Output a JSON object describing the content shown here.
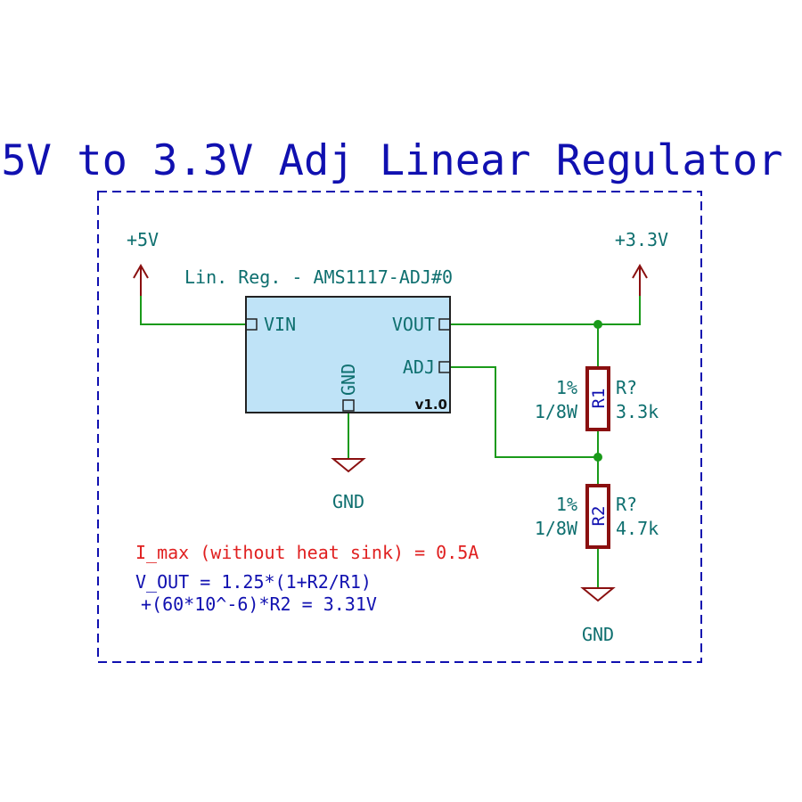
{
  "title": "5V to 3.3V Adj Linear Regulator",
  "power": {
    "vin": "+5V",
    "vout": "+3.3V",
    "gnd_regulator": "GND",
    "gnd_divider": "GND"
  },
  "regulator": {
    "label": "Lin. Reg. - AMS1117-ADJ#0",
    "pin_vin": "VIN",
    "pin_vout": "VOUT",
    "pin_adj": "ADJ",
    "pin_gnd": "GND",
    "version": "v1.0"
  },
  "resistors": [
    {
      "ref": "R1",
      "designator": "R?",
      "value": "3.3k",
      "tolerance": "1%",
      "power": "1/8W"
    },
    {
      "ref": "R2",
      "designator": "R?",
      "value": "4.7k",
      "tolerance": "1%",
      "power": "1/8W"
    }
  ],
  "notes": {
    "imax": "I_max (without heat sink) = 0.5A",
    "vout_line1": "V_OUT = 1.25*(1+R2/R1)",
    "vout_line2": "+(60*10^-6)*R2 = 3.31V"
  },
  "colors": {
    "title": "#1010b0",
    "wire": "#1a9a1a",
    "net_text": "#0e6f6f",
    "power_symbol": "#8a1010",
    "component_fill": "#bfe3f7",
    "component_outline": "#8a1010",
    "note_red": "#e02020",
    "note_blue": "#1010b0",
    "border": "#1010b0"
  }
}
